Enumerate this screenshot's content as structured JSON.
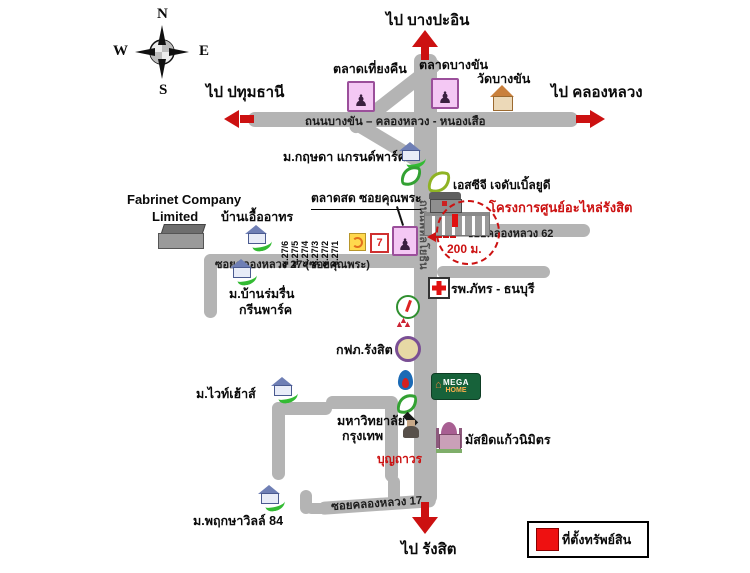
{
  "compass": {
    "n": "N",
    "e": "E",
    "s": "S",
    "w": "W"
  },
  "directions": {
    "top": "ไป บางปะอิน",
    "left": "ไป ปทุมธานี",
    "right": "ไป คลองหลวง",
    "bottom": "ไป รังสิต"
  },
  "roads": {
    "bangkhan": "ถนนบางขัน – คลองหลวง - หนองเสือ",
    "phahonyothin": "ถนนพหลโยธิน",
    "soi62": "ซอยคลองหลวง 62",
    "soi27": "ซอยคลองหลวง 27 (ซอยคุณพระ)",
    "soi17": "ซอยคลองหลวง 17"
  },
  "places": {
    "midnight_market": "ตลาดเที่ยงคืน",
    "bangkhan_market": "ตลาดบางขัน",
    "bangkhan_temple": "วัดบางขัน",
    "krisda": "ม.กฤษดา แกรนด์พาร์ค",
    "scg": "เอสซีจี เจดับเบิ้ลยูดี",
    "project": "โครงการศูนย์อะไหล่รังสิต",
    "distance": "200 ม.",
    "freshmarket": "ตลาดสด ซอยคุณพระ",
    "fabrinet_line1": "Fabrinet Company",
    "fabrinet_line2": "Limited",
    "uea_athon": "บ้านเอื้ออาทร",
    "soi_subs": [
      "ซ.27/6",
      "ซ.27/5",
      "ซ.27/4",
      "ซ.27/3",
      "ซ.27/2",
      "ซ.27/1"
    ],
    "romruen_line1": "ม.บ้านร่มรื่น",
    "romruen_line2": "กรีนพาร์ค",
    "hospital": "รพ.ภัทร - ธนบุรี",
    "pea": "กฟภ.รังสิต",
    "whitehouse": "ม.ไวท์เฮ้าส์",
    "bu_line1": "มหาวิทยาลัย",
    "bu_line2": "กรุงเทพ",
    "boonthavorn": "บุญถาวร",
    "mosque": "มัสยิดแก้วนิมิตร",
    "pruksa": "ม.พฤกษาวิลล์ 84"
  },
  "logos": {
    "mega_line1": "MEGA",
    "mega_line2": "HOME",
    "seven": "7"
  },
  "icons": {
    "market_glyph": "♟",
    "triangle_glyph": "▲",
    "mega_house_glyph": "⌂"
  },
  "legend": {
    "label": "ที่ตั้งทรัพย์สิน"
  },
  "colors": {
    "road": "#b4b4b4",
    "arrow_red": "#cc1111",
    "highlight_red": "#cc0000",
    "legend_red": "#ee1111"
  }
}
